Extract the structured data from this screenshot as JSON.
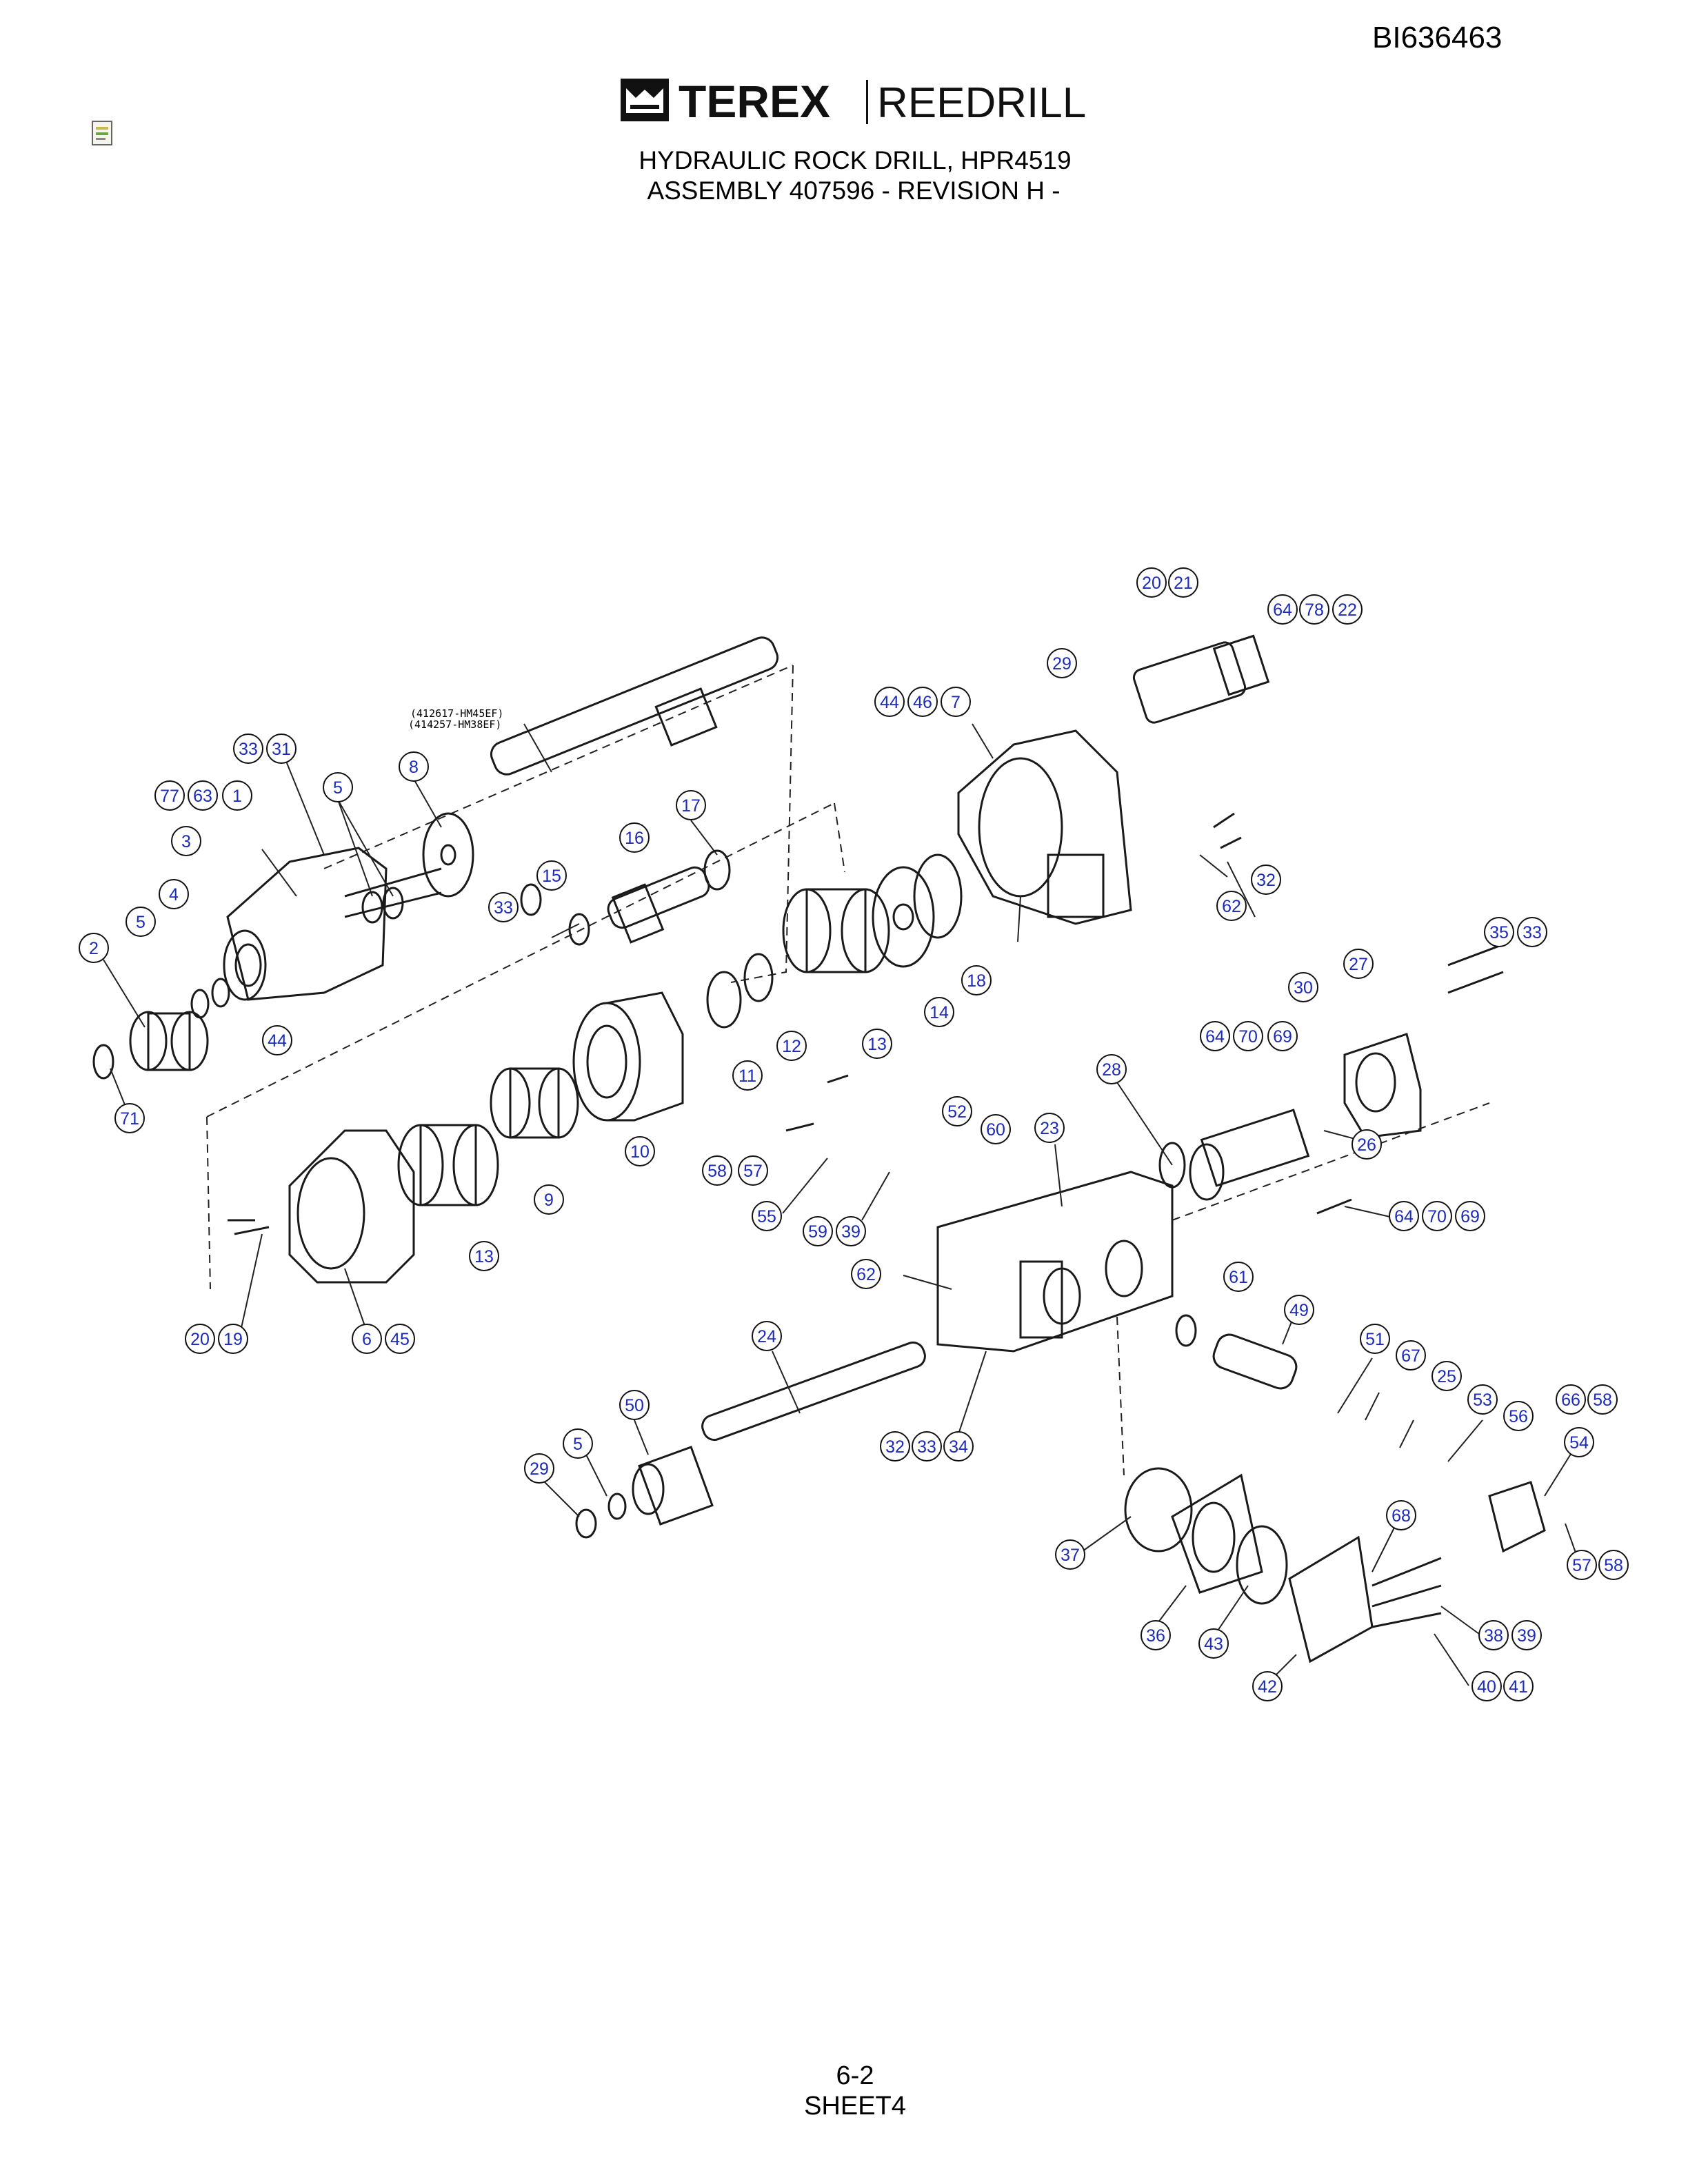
{
  "document_id": "BI636463",
  "brand": {
    "primary": "TEREX",
    "secondary": "REEDRILL",
    "color": "#111111"
  },
  "title_line1": "HYDRAULIC ROCK DRILL, HPR4519",
  "title_line2": "ASSEMBLY 407596 - REVISION H -",
  "page_number": "6-2",
  "sheet": "SHEET4",
  "annotation_label_1": "(412617-HM45EF)",
  "annotation_label_2": "(414257-HM38EF)",
  "callout_color": "#1c2bb8",
  "callouts": [
    "20",
    "21",
    "64",
    "78",
    "22",
    "29",
    "44",
    "46",
    "7",
    "33",
    "31",
    "8",
    "77",
    "63",
    "1",
    "5",
    "17",
    "3",
    "16",
    "32",
    "4",
    "15",
    "33",
    "62",
    "2",
    "5",
    "18",
    "35",
    "33",
    "14",
    "27",
    "13",
    "12",
    "30",
    "44",
    "11",
    "64",
    "70",
    "69",
    "71",
    "28",
    "10",
    "52",
    "60",
    "23",
    "26",
    "58",
    "57",
    "9",
    "55",
    "59",
    "39",
    "13",
    "64",
    "70",
    "69",
    "62",
    "61",
    "20",
    "19",
    "6",
    "45",
    "49",
    "24",
    "51",
    "67",
    "50",
    "25",
    "53",
    "56",
    "66",
    "58",
    "5",
    "54",
    "32",
    "33",
    "34",
    "29",
    "68",
    "37",
    "57",
    "58",
    "36",
    "43",
    "38",
    "39",
    "42",
    "40",
    "41"
  ]
}
